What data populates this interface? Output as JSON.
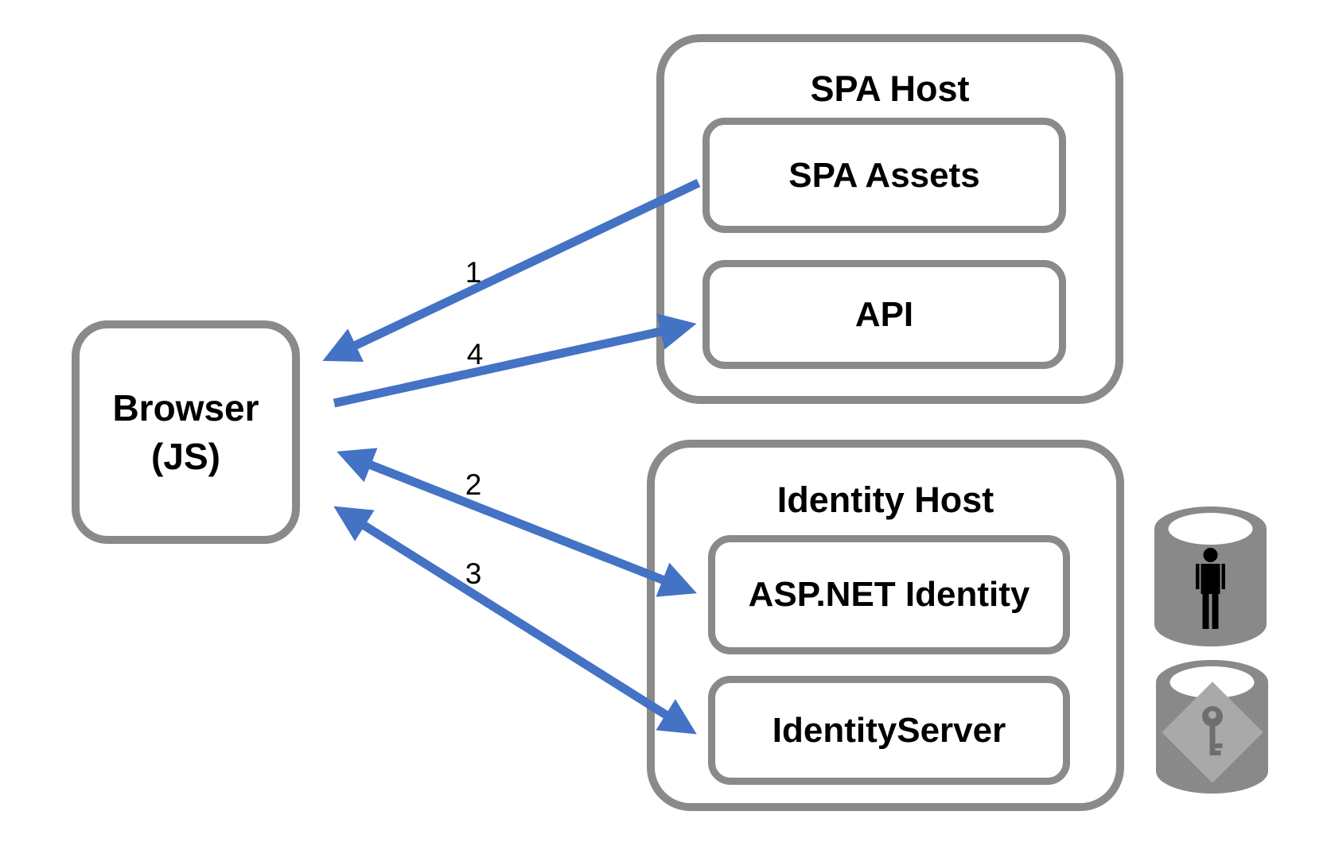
{
  "diagram": {
    "browser": {
      "line1": "Browser",
      "line2": "(JS)"
    },
    "spa_host": {
      "title": "SPA Host",
      "spa_assets_label": "SPA Assets",
      "api_label": "API"
    },
    "identity_host": {
      "title": "Identity Host",
      "aspnet_identity_label": "ASP.NET Identity",
      "identity_server_label": "IdentityServer"
    },
    "arrows": [
      {
        "label": "1",
        "from": "spa-assets",
        "to": "browser",
        "bidirectional": false
      },
      {
        "label": "2",
        "from": "browser",
        "to": "aspnet-identity",
        "bidirectional": true
      },
      {
        "label": "3",
        "from": "browser",
        "to": "identity-server",
        "bidirectional": true
      },
      {
        "label": "4",
        "from": "browser",
        "to": "api",
        "bidirectional": false
      }
    ],
    "icons": {
      "user_database": "person-icon",
      "key_database": "key-icon"
    },
    "colors": {
      "arrow_blue": "#4472C4",
      "border_gray": "#8A8A8A",
      "cylinder_gray": "#898989",
      "diamond_gray": "#A9A9A9",
      "key_gray": "#6E6E6E",
      "text": "#000000",
      "background": "#FFFFFF"
    }
  }
}
